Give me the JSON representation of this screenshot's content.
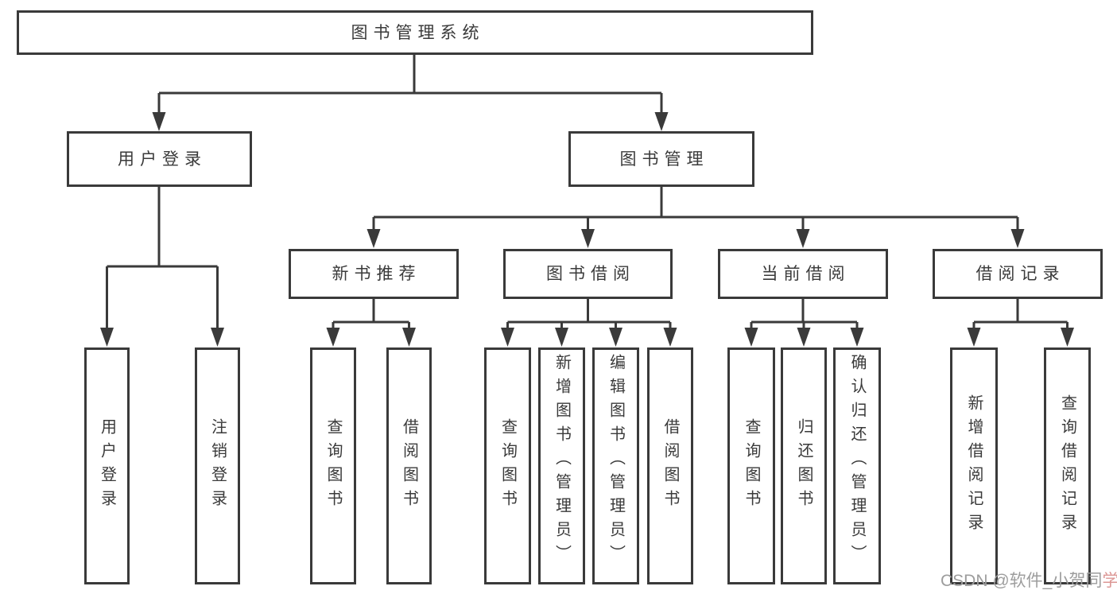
{
  "tree": {
    "label": "图书管理系统",
    "children": [
      {
        "label": "用户登录",
        "children": [
          {
            "label": "用户登录"
          },
          {
            "label": "注销登录"
          }
        ]
      },
      {
        "label": "图书管理",
        "children": [
          {
            "label": "新书推荐",
            "children": [
              {
                "label": "查询图书"
              },
              {
                "label": "借阅图书"
              }
            ]
          },
          {
            "label": "图书借阅",
            "children": [
              {
                "label": "查询图书"
              },
              {
                "label": "新增图书（管理员）"
              },
              {
                "label": "编辑图书（管理员）"
              },
              {
                "label": "借阅图书"
              }
            ]
          },
          {
            "label": "当前借阅",
            "children": [
              {
                "label": "查询图书"
              },
              {
                "label": "归还图书"
              },
              {
                "label": "确认归还（管理员）"
              }
            ]
          },
          {
            "label": "借阅记录",
            "children": [
              {
                "label": "新增借阅记录"
              },
              {
                "label": "查询借阅记录"
              }
            ]
          }
        ]
      }
    ]
  },
  "watermark": {
    "prefix": "CSDN @软件_小贺同",
    "accent": "学"
  },
  "colors": {
    "line": "#3a3a3a",
    "box_border": "#3a3a3a",
    "text": "#3a3a3a",
    "background": "#ffffff",
    "watermark_gray": "#9d9d9d",
    "watermark_accent": "#dc9795"
  }
}
